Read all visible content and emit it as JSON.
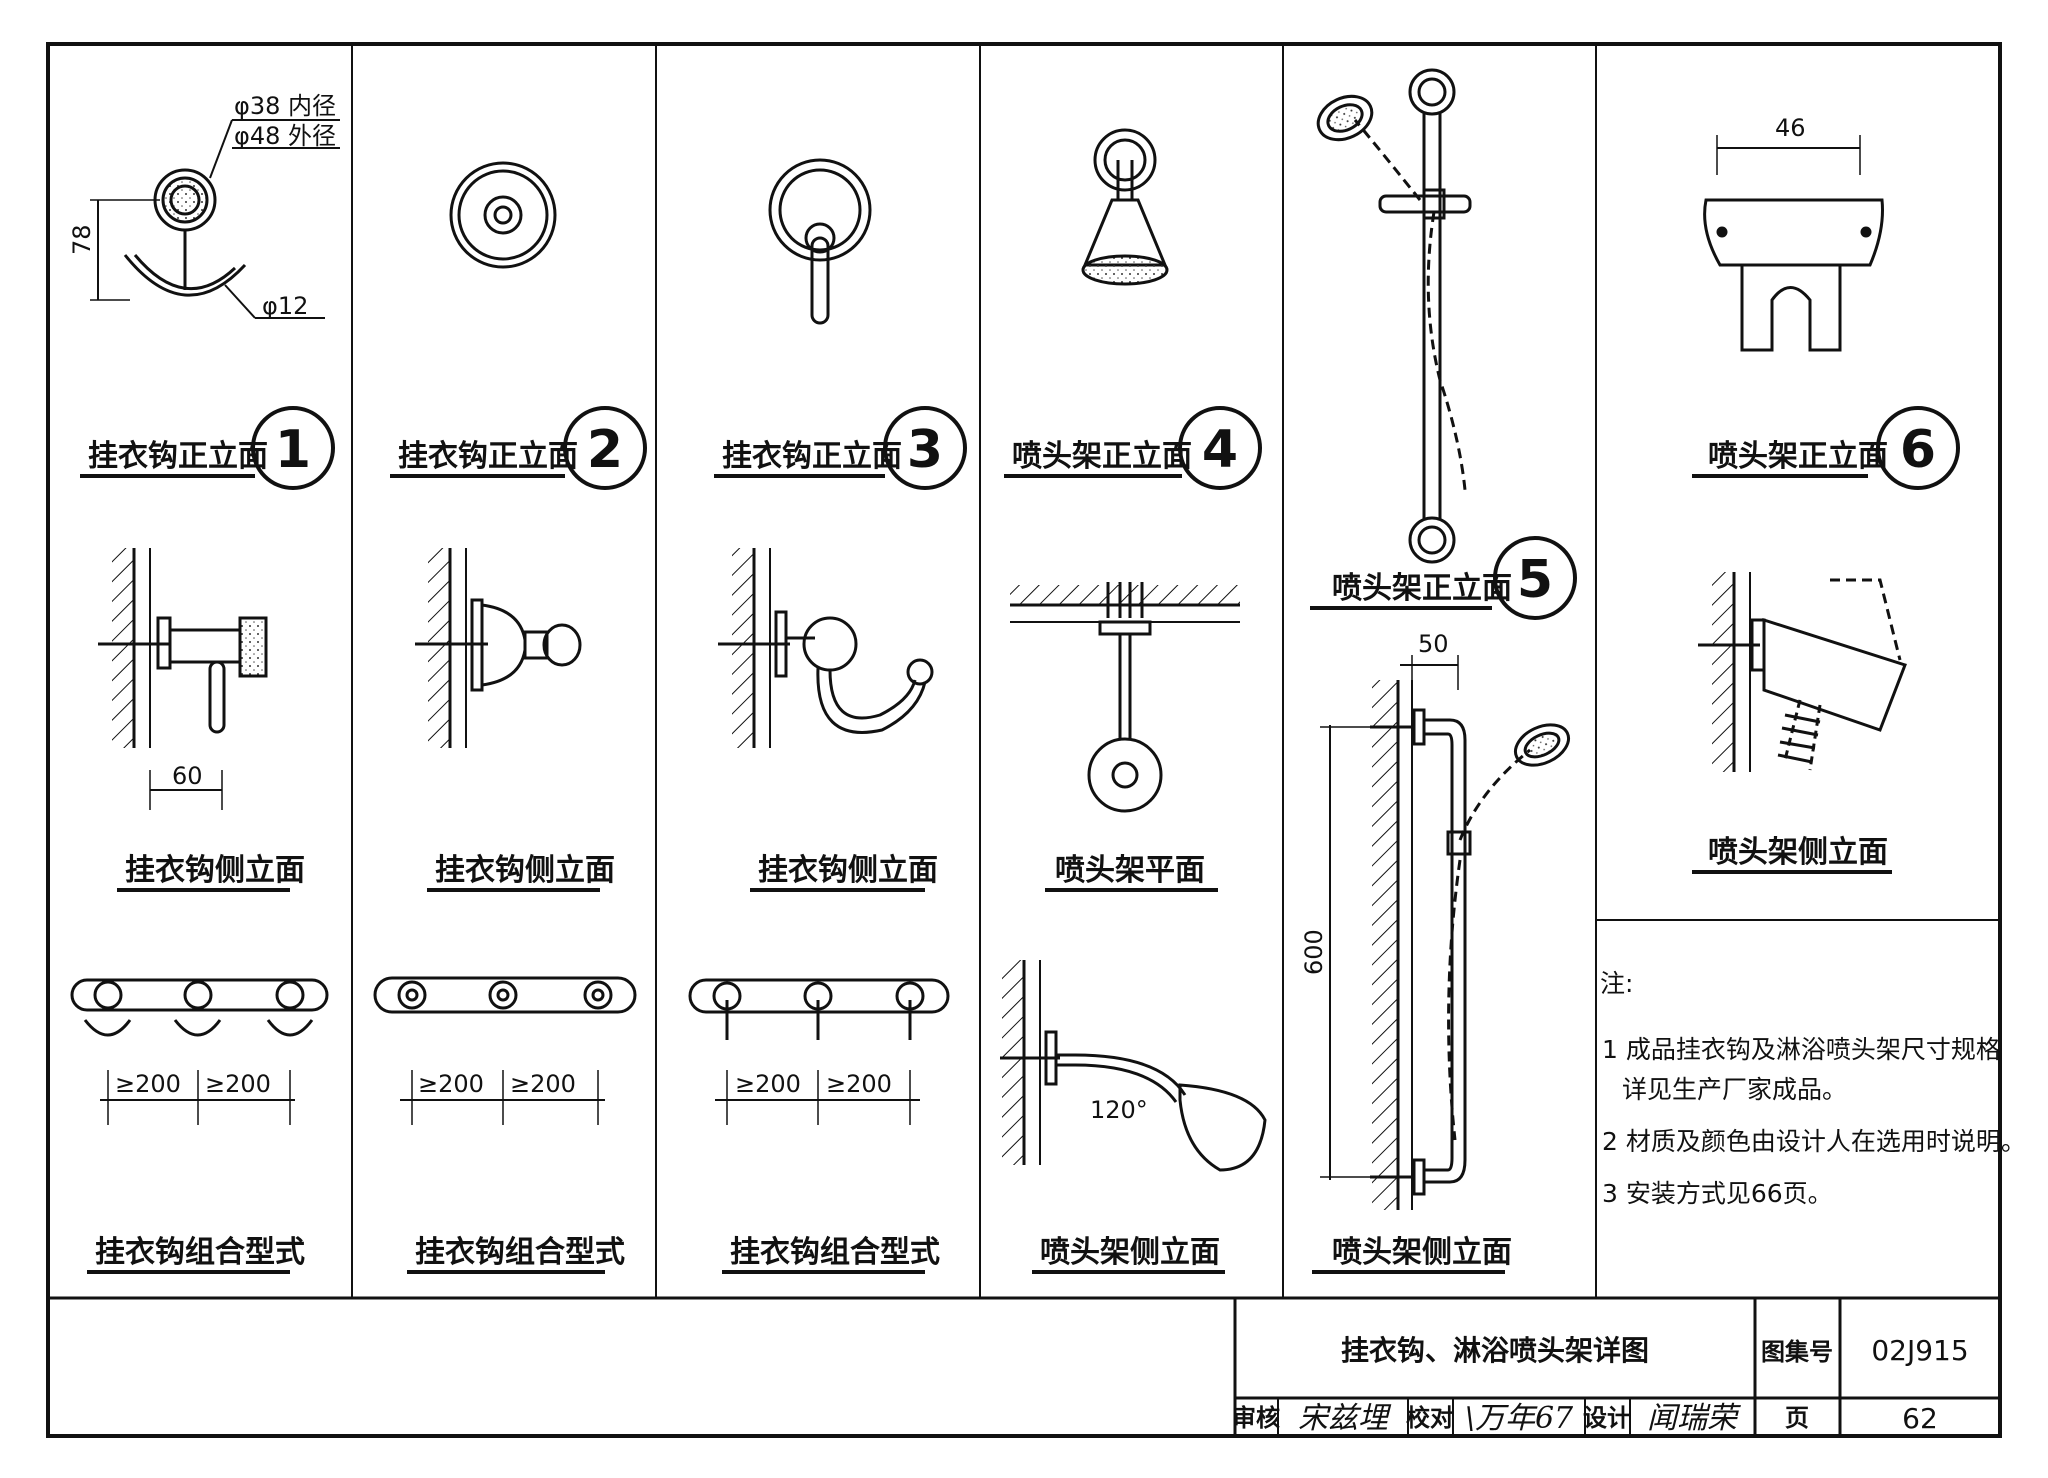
{
  "panels": [
    {
      "front_title": "挂衣钩正立面",
      "front_number": "1",
      "side_title": "挂衣钩侧立面",
      "combo_title": "挂衣钩组合型式",
      "dim_inner": "φ38 内径",
      "dim_outer": "φ48 外径",
      "dim_height": "78",
      "dim_hook": "φ12",
      "dim_depth": "60",
      "spacing_1": "≥200",
      "spacing_2": "≥200"
    },
    {
      "front_title": "挂衣钩正立面",
      "front_number": "2",
      "side_title": "挂衣钩侧立面",
      "combo_title": "挂衣钩组合型式",
      "spacing_1": "≥200",
      "spacing_2": "≥200"
    },
    {
      "front_title": "挂衣钩正立面",
      "front_number": "3",
      "side_title": "挂衣钩侧立面",
      "combo_title": "挂衣钩组合型式",
      "spacing_1": "≥200",
      "spacing_2": "≥200"
    },
    {
      "front_title": "喷头架正立面",
      "front_number": "4",
      "plan_title": "喷头架平面",
      "side_title": "喷头架侧立面",
      "angle": "120°"
    },
    {
      "front_title": "喷头架正立面",
      "front_number": "5",
      "side_title": "喷头架侧立面",
      "dim_offset": "50",
      "dim_length": "600"
    },
    {
      "front_title": "喷头架正立面",
      "front_number": "6",
      "side_title": "喷头架侧立面",
      "dim_width": "46"
    }
  ],
  "notes": {
    "heading": "注:",
    "line_1a": "1 成品挂衣钩及淋浴喷头架尺寸规格",
    "line_1b": "详见生产厂家成品。",
    "line_2": "2 材质及颜色由设计人在选用时说明。",
    "line_3": "3 安装方式见66页。"
  },
  "title_block": {
    "drawing_title": "挂衣钩、淋浴喷头架详图",
    "atlas_label": "图集号",
    "atlas_number": "02J915",
    "review_label": "审核",
    "review_sign": "宋兹埋",
    "check_label": "校对",
    "check_sign": "\\万年67",
    "design_label": "设计",
    "design_sign": "闻瑞荣",
    "page_label": "页",
    "page_number": "62"
  }
}
